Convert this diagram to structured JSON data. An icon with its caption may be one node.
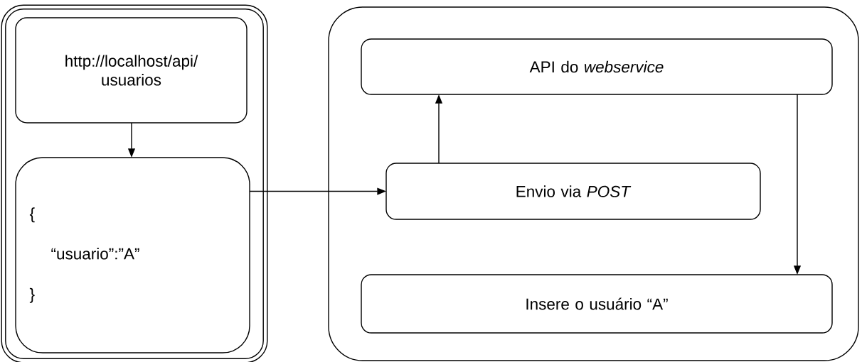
{
  "diagram": {
    "nodes": [
      {
        "text": [],
        "shape": "box"
      },
      {
        "text": [
          "http://localhost/api/ usuarios"
        ],
        "in": 0
      },
      {
        "text": [
          "{",
          "“usuario”:”A”",
          "}"
        ],
        "in": 0
      },
      {
        "text": [],
        "shape": "box"
      },
      {
        "text": [
          "API do *webservice*"
        ],
        "in": 3
      },
      {
        "text": [
          "Envio via *POST*"
        ],
        "in": 3
      },
      {
        "text": [
          "Insere o usuário “A”"
        ],
        "in": 3
      }
    ],
    "edges": [
      {
        "from": 1,
        "to": 2,
        "arrow": "to"
      },
      {
        "from": 2,
        "to": 5,
        "arrow": "to"
      },
      {
        "from": 5,
        "to": 4,
        "arrow": "to"
      },
      {
        "from": 4,
        "to": 6,
        "arrow": "to"
      }
    ]
  }
}
